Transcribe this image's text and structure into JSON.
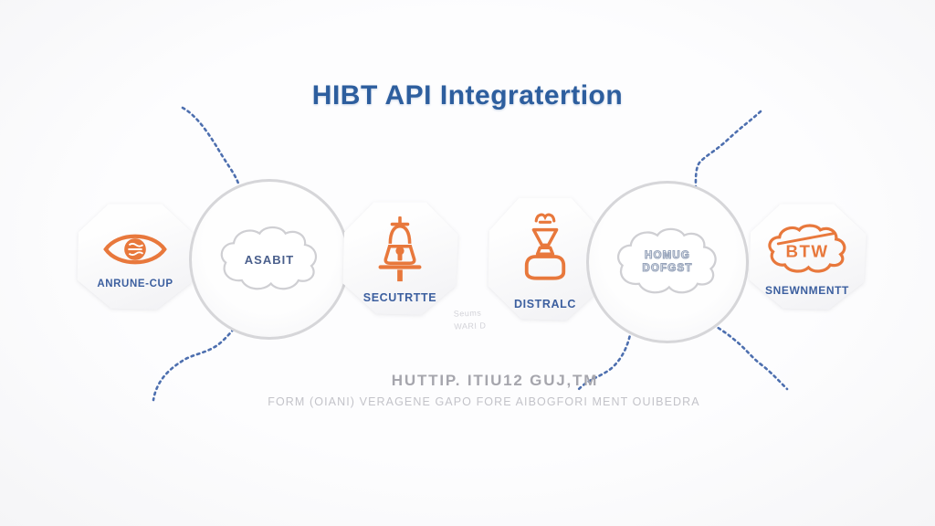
{
  "title": "HIBT API Integratertion",
  "nodes": [
    {
      "id": "anrune-cup",
      "label": "ANRUNE-CUP",
      "icon": "eye-icon",
      "shape": "octagon"
    },
    {
      "id": "asabit",
      "label": "ASABIT",
      "icon": "cloud-icon",
      "shape": "circle-cloud"
    },
    {
      "id": "secutrtte",
      "label": "SECUTRTTE",
      "icon": "bell-lock-icon",
      "shape": "octagon"
    },
    {
      "id": "distralc",
      "label": "DISTRALC",
      "icon": "funnel-flask-icon",
      "shape": "octagon"
    },
    {
      "id": "homug-dofgst",
      "label_line1": "HOMUG",
      "label_line2": "DOFGST",
      "icon": "cloud-icon",
      "shape": "circle-cloud"
    },
    {
      "id": "snewment",
      "label": "SNEWNMENTT",
      "icon": "cloud-btw-icon",
      "badge": "BTW",
      "shape": "octagon"
    }
  ],
  "ghost_note": {
    "line1": "Seums",
    "line2": "WARI D"
  },
  "footer": {
    "line1": "HUTTIP. ITIU12 GUJ,TM",
    "line2": "FORM (OIANI) VERAGENE GAPO FORE AIBOGFORI MENT OUIBEDRA"
  },
  "colors": {
    "accent_orange": "#e8783c",
    "title_blue": "#2d5e9e",
    "label_blue": "#3c5f9f",
    "dotted_blue": "#3e63a8",
    "outline_gray": "#d6d6d9",
    "footer_gray": "#a6a6ad",
    "footer_light_gray": "#c3c3c9"
  }
}
